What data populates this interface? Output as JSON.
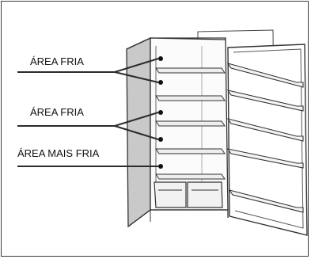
{
  "labels": {
    "cold_area_upper": "ÁREA FRIA",
    "cold_area_middle": "ÁREA FRIA",
    "coldest_area": "ÁREA MAIS FRIA"
  },
  "colors": {
    "line": "#2b2b2b",
    "cabinet_shade": "#c9c9c9",
    "drawer_fill": "#f2f2f2"
  }
}
